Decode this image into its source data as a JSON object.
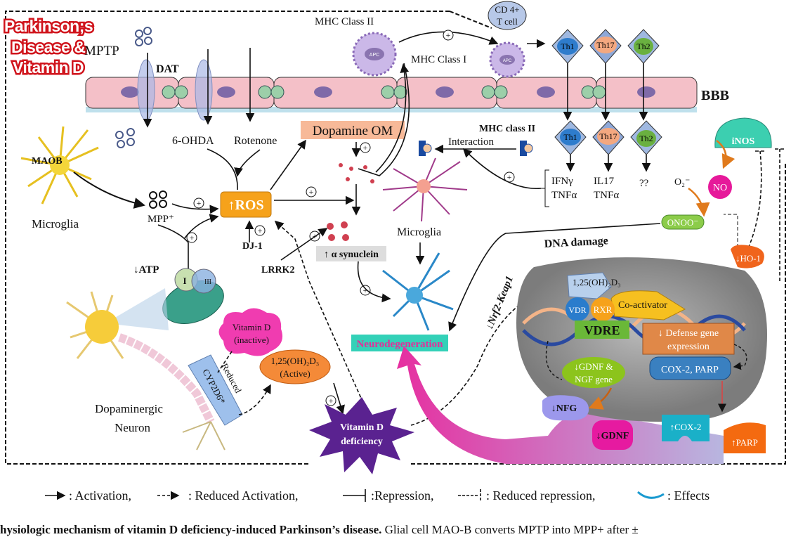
{
  "title_badge": {
    "line1": "Parkinson;s",
    "line2": "Disease &",
    "line3": "Vitamin D"
  },
  "colors": {
    "title_glow": "#d0141c",
    "ros": "#f6a21b",
    "bbb": "#f4c0c8",
    "nucleus": "#9a9a9a",
    "neurodegeneration": "#33d1b8",
    "vitd_deficiency": "#5a2290",
    "effects_arrow": "#e6379f"
  },
  "labels": {
    "mptp": "MPTP",
    "dat": "DAT",
    "bbb": "BBB",
    "mhc_class_ii_top": "MHC Class II",
    "mhc_class_i": "MHC Class I",
    "apc": "APC",
    "cd4_line1": "CD 4+",
    "cd4_line2": "T cell",
    "th1": "Th1",
    "th17": "Th17",
    "th2": "Th2",
    "ohda": "6-OHDA",
    "rotenone": "Rotenone",
    "dopamine_om": "Dopamine OM",
    "mhc_class_ii_interaction_1": "MHC class II",
    "mhc_class_ii_interaction_2": "Interaction",
    "ifng": "IFNγ",
    "tnfa1": "TNFα",
    "il17": "IL17",
    "tnfa2": "TNFα",
    "unknown": "??",
    "inos": "iNOS",
    "o2": "O₂⁻",
    "no": "NO",
    "onoo": "ONOO⁻",
    "dna_damage": "DNA damage",
    "maob": "MAOB",
    "microglia_left": "Microglia",
    "mpp": "MPP⁺",
    "ros": "↑ROS",
    "dj1": "DJ-1",
    "lrrk2": "LRRK2",
    "atp": "↓ATP",
    "complex_i": "I",
    "complex_iii": "III",
    "synuclein": "↑ α synuclein",
    "microglia_right": "Microglia",
    "neurodegeneration": "Neurodegeneration",
    "nrf2": "↓Nrf2-Keap1",
    "vitd_nuc": "1,25(OH)₂D₃",
    "coactivator": "Co-activator",
    "vdr": "VDR",
    "rxr": "RXR",
    "vdre": "VDRE",
    "defense_1": "↓ Defense gene",
    "defense_2": "expression",
    "gdnf_ngf_1": "↓GDNF &",
    "gdnf_ngf_2": "NGF gene",
    "cox_parp": "COX-2, PARP",
    "nfg": "↓NFG",
    "gdnf": "↓GDNF",
    "cox2": "↑COX-2",
    "parp": "↑PARP",
    "ho1": "↓HO-1",
    "vitd_inactive_1": "Vitamin  D",
    "vitd_inactive_2": "(inactive)",
    "vitd_active_1": "1,25(OH)₂D₃",
    "vitd_active_2": "(Active)",
    "cyp": "CYP2D6*",
    "reduced": "Reduced",
    "neuron_1": "Dopaminergic",
    "neuron_2": "Neuron",
    "deficiency_1": "Vitamin D",
    "deficiency_2": "deficiency",
    "plus": "+"
  },
  "legend": {
    "activation": ": Activation,",
    "reduced_activation": ": Reduced Activation,",
    "repression": ":Repression,",
    "reduced_repression": ": Reduced repression,",
    "effects": ": Effects"
  },
  "caption": {
    "bold": "hysiologic mechanism of vitamin D deficiency-induced Parkinson’s disease.",
    "normal": " Glial cell MAO-B converts MPTP into MPP+ after ±"
  }
}
